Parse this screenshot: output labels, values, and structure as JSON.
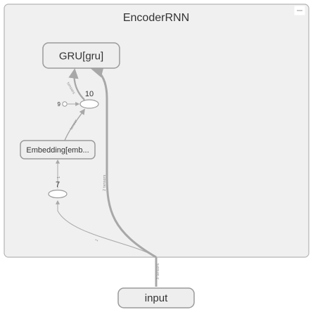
{
  "graph": {
    "group_title": "EncoderRNN",
    "expand_icon": "minus-icon",
    "nodes": {
      "gru": "GRU[gru]",
      "embedding": "Embedding[emb...",
      "input": "input",
      "op_10": "10",
      "op_7": "7",
      "const_9": "9"
    },
    "edge_labels": {
      "gru_back": "tensors",
      "embedding_to_10": "tensor",
      "seven_to_embedding": "1",
      "input_to_gru": "2 tensors",
      "input_to_7": "1",
      "input_entry": "3 tensors"
    }
  },
  "colors": {
    "group_fill": "#f0f0f0",
    "group_stroke": "#b5b5b5",
    "node_fill": "#eeeeee",
    "node_stroke": "#9a9a9a",
    "edge": "#a8a8a8"
  }
}
